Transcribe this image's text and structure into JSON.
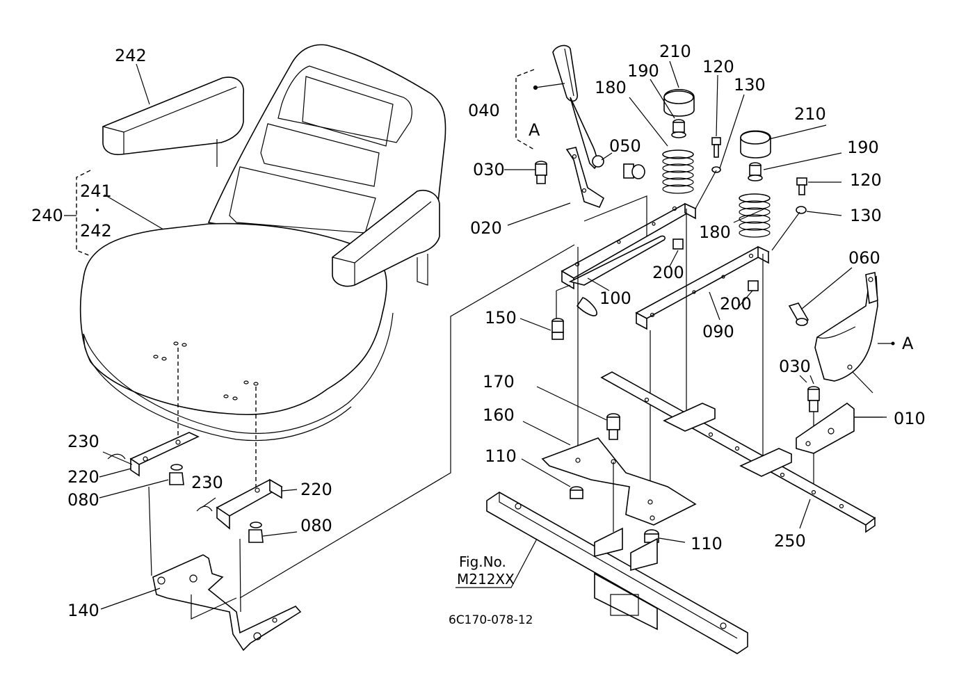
{
  "labels": {
    "l242_top": "242",
    "l241": "241",
    "l242_mid": "242",
    "l240": "240",
    "l230_a": "230",
    "l220_a": "220",
    "l080_a": "080",
    "l230_b": "230",
    "l220_b": "220",
    "l080_b": "080",
    "l140": "140",
    "l040": "040",
    "lA_left": "A",
    "l030_a": "030",
    "l050": "050",
    "l020": "020",
    "l180_a": "180",
    "l190_a": "190",
    "l210_a": "210",
    "l120_a": "120",
    "l130_a": "130",
    "l210_b": "210",
    "l190_b": "190",
    "l120_b": "120",
    "l130_b": "130",
    "l180_b": "180",
    "l200_a": "200",
    "l200_b": "200",
    "l100": "100",
    "l090": "090",
    "l060": "060",
    "lA_right": "A",
    "l150": "150",
    "l030_b": "030",
    "l010": "010",
    "l170": "170",
    "l160": "160",
    "l110_a": "110",
    "l110_b": "110",
    "l250": "250",
    "fig_line1": "Fig.No.",
    "fig_line2": "M212XX",
    "drawing_no": "6C170-078-12"
  }
}
